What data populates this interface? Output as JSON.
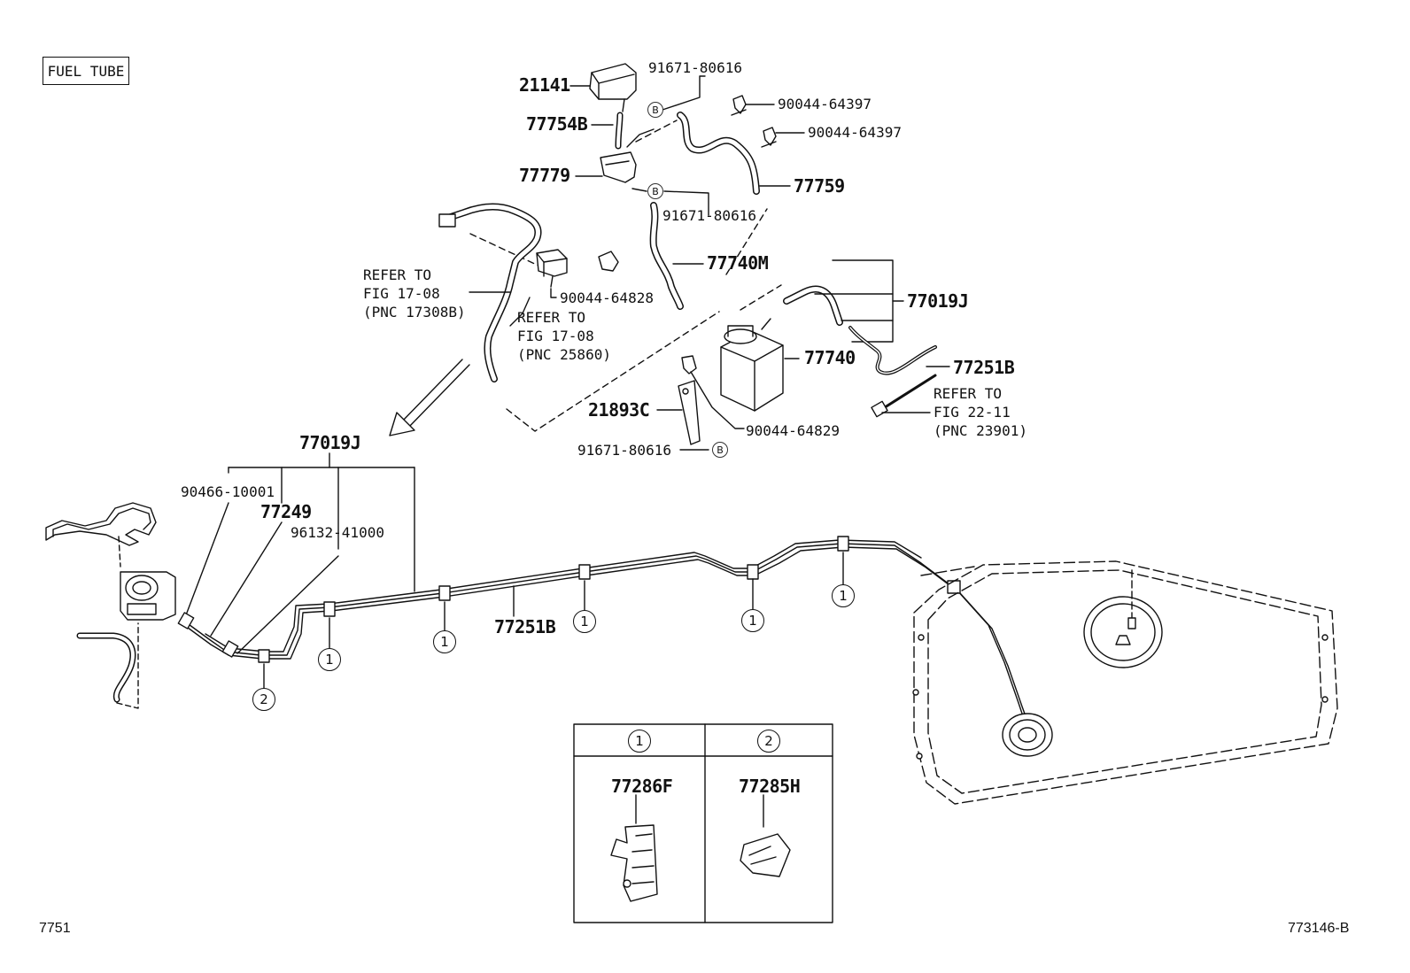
{
  "title_box": "FUEL TUBE",
  "corner_left": "7751",
  "corner_right": "773146-B",
  "parts": {
    "p21141": "21141",
    "p91671_top": "91671-80616",
    "p77754B": "77754B",
    "p90044_64397_a": "90044-64397",
    "p90044_64397_b": "90044-64397",
    "p77779": "77779",
    "p77759": "77759",
    "p91671_mid": "91671-80616",
    "p77740M": "77740M",
    "p90044_64828": "90044-64828",
    "p77019J_top": "77019J",
    "p77740": "77740",
    "p77251B_top": "77251B",
    "p21893C": "21893C",
    "p90044_64829": "90044-64829",
    "p91671_bot": "91671-80616",
    "p77019J_main": "77019J",
    "p90466": "90466-10001",
    "p77249": "77249",
    "p96132": "96132-41000",
    "p77251B_main": "77251B",
    "p77286F": "77286F",
    "p77285H": "77285H"
  },
  "refs": {
    "ref1": "REFER TO\nFIG 17-08\n(PNC 17308B)",
    "ref2": "REFER TO\nFIG 17-08\n(PNC 25860)",
    "ref3": "REFER TO\nFIG 22-11\n(PNC 23901)"
  },
  "markers": {
    "one": "1",
    "two": "2",
    "b": "B"
  },
  "legend": {
    "col1_header": "1",
    "col2_header": "2"
  }
}
